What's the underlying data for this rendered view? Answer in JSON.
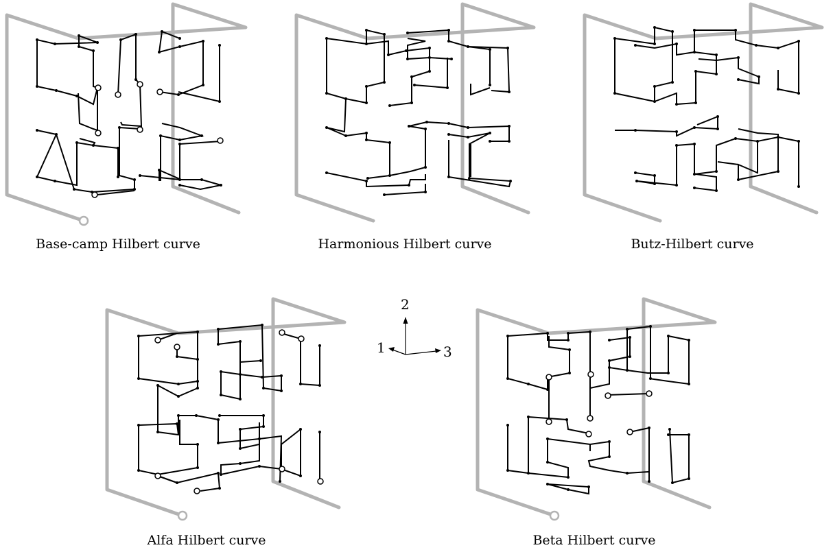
{
  "figure": {
    "panels": [
      {
        "id": "base-camp",
        "caption": "Base-camp Hilbert curve"
      },
      {
        "id": "harmonious",
        "caption": "Harmonious Hilbert curve"
      },
      {
        "id": "butz",
        "caption": "Butz-Hilbert curve"
      },
      {
        "id": "alfa",
        "caption": "Alfa Hilbert curve"
      },
      {
        "id": "beta",
        "caption": "Beta Hilbert curve"
      }
    ],
    "axes": {
      "labels": [
        "1",
        "2",
        "3"
      ]
    },
    "colors": {
      "frame": "#b3b3b3",
      "curve": "#000000",
      "background": "#ffffff"
    }
  }
}
